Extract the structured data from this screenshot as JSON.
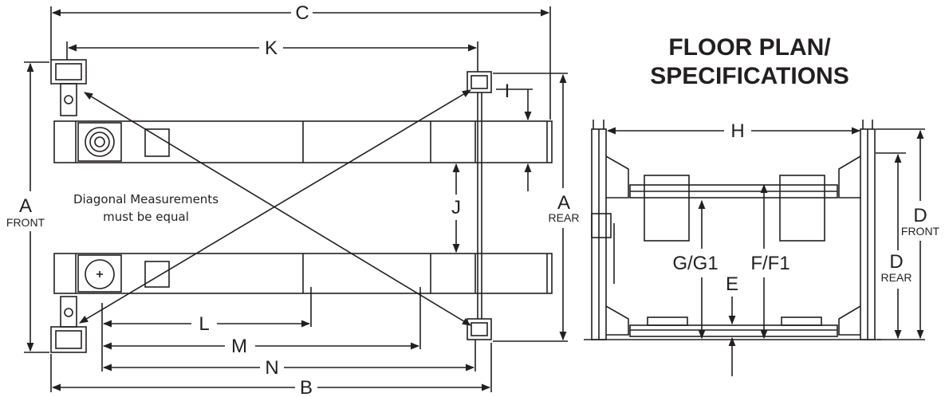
{
  "heading": {
    "line1": "FLOOR PLAN/",
    "line2": "SPECIFICATIONS"
  },
  "note": {
    "line1": "Diagonal Measurements",
    "line2": "must be equal"
  },
  "labels": {
    "A": "A",
    "B": "B",
    "C": "C",
    "D": "D",
    "E": "E",
    "F": "F/F1",
    "G": "G/G1",
    "H": "H",
    "I": "I",
    "J": "J",
    "K": "K",
    "L": "L",
    "M": "M",
    "N": "N",
    "front": "FRONT",
    "rear": "REAR"
  },
  "colors": {
    "line": "#231f20",
    "fill": "#ffffff",
    "shade": "#d9d9d9"
  }
}
